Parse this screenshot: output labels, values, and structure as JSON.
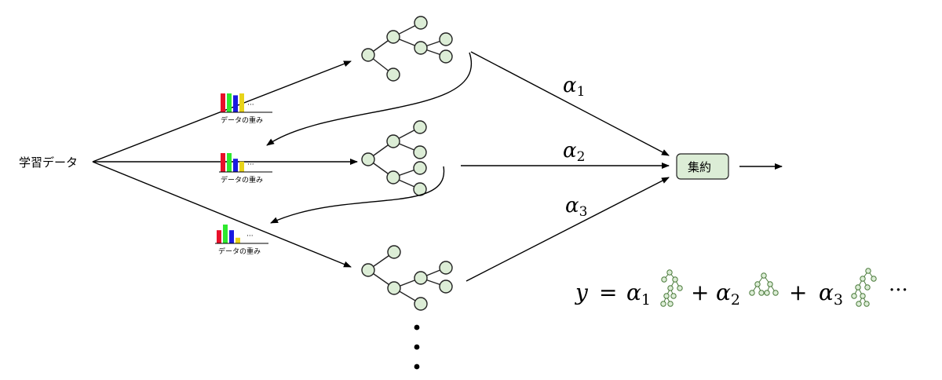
{
  "input_label": "学習データ",
  "weight_label": "データの重み",
  "weight_ellipsis": "···",
  "aggregator_label": "集約",
  "alphas": [
    {
      "symbol": "α",
      "sub": "1"
    },
    {
      "symbol": "α",
      "sub": "2"
    },
    {
      "symbol": "α",
      "sub": "3"
    }
  ],
  "formula": {
    "lhs": "y",
    "eq": "=",
    "terms": [
      {
        "symbol": "α",
        "sub": "1"
      },
      {
        "symbol": "α",
        "sub": "2"
      },
      {
        "symbol": "α",
        "sub": "3"
      }
    ],
    "plus": "+",
    "ellipsis": "···"
  },
  "colors": {
    "node_fill": "#dcedd6",
    "bar_colors": [
      "#e8102a",
      "#2ee82e",
      "#1a1ae0",
      "#e8d41a"
    ]
  },
  "weight_bars": [
    [
      1.0,
      1.0,
      0.9,
      1.0
    ],
    [
      1.0,
      1.0,
      0.7,
      0.55
    ],
    [
      0.7,
      1.0,
      0.7,
      0.3
    ]
  ]
}
